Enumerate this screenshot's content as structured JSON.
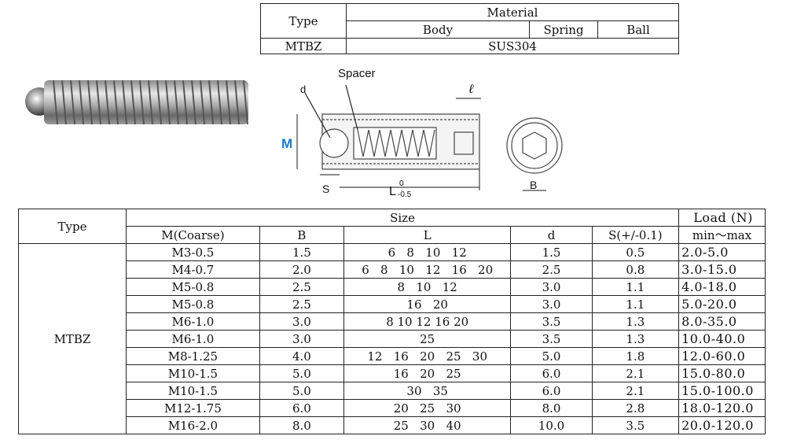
{
  "material_table": {
    "type_header": "Type",
    "material_header": "Material",
    "columns": [
      "Body",
      "Spring",
      "Ball"
    ],
    "type_value": "MTBZ",
    "material_value": "SUS304"
  },
  "drawing": {
    "spacer": "Spacer",
    "d": "d",
    "l": "ℓ",
    "M": "M",
    "S": "S",
    "L": "L",
    "L_tol_upper": "0",
    "L_tol_lower": "-0.5",
    "B": "B"
  },
  "spec_table": {
    "type_header": "Type",
    "size_header": "Size",
    "load_header": "Load (N)",
    "load_sub": "min～max",
    "columns": [
      "M(Coarse)",
      "B",
      "L",
      "d",
      "S(+/-0.1)"
    ],
    "type_value": "MTBZ",
    "rows": [
      {
        "m": "M3-0.5",
        "b": "1.5",
        "l": "6   8   10   12",
        "d": "1.5",
        "s": "0.5",
        "load": "2.0-5.0"
      },
      {
        "m": "M4-0.7",
        "b": "2.0",
        "l": "6   8   10   12   16   20",
        "d": "2.5",
        "s": "0.8",
        "load": "3.0-15.0"
      },
      {
        "m": "M5-0.8",
        "b": "2.5",
        "l": "8   10   12",
        "d": "3.0",
        "s": "1.1",
        "load": "4.0-18.0"
      },
      {
        "m": "M5-0.8",
        "b": "2.5",
        "l": "16   20",
        "d": "3.0",
        "s": "1.1",
        "load": "5.0-20.0"
      },
      {
        "m": "M6-1.0",
        "b": "3.0",
        "l": "8 10 12 16 20",
        "d": "3.5",
        "s": "1.3",
        "load": "8.0-35.0"
      },
      {
        "m": "M6-1.0",
        "b": "3.0",
        "l": "25",
        "d": "3.5",
        "s": "1.3",
        "load": "10.0-40.0"
      },
      {
        "m": "M8-1.25",
        "b": "4.0",
        "l": "12   16   20   25   30",
        "d": "5.0",
        "s": "1.8",
        "load": "12.0-60.0"
      },
      {
        "m": "M10-1.5",
        "b": "5.0",
        "l": "16   20   25",
        "d": "6.0",
        "s": "2.1",
        "load": "15.0-80.0"
      },
      {
        "m": "M10-1.5",
        "b": "5.0",
        "l": "30   35",
        "d": "6.0",
        "s": "2.1",
        "load": "15.0-100.0"
      },
      {
        "m": "M12-1.75",
        "b": "6.0",
        "l": "20   25   30",
        "d": "8.0",
        "s": "2.8",
        "load": "18.0-120.0"
      },
      {
        "m": "M16-2.0",
        "b": "8.0",
        "l": "25   30   40",
        "d": "10.0",
        "s": "3.5",
        "load": "20.0-120.0"
      }
    ]
  }
}
